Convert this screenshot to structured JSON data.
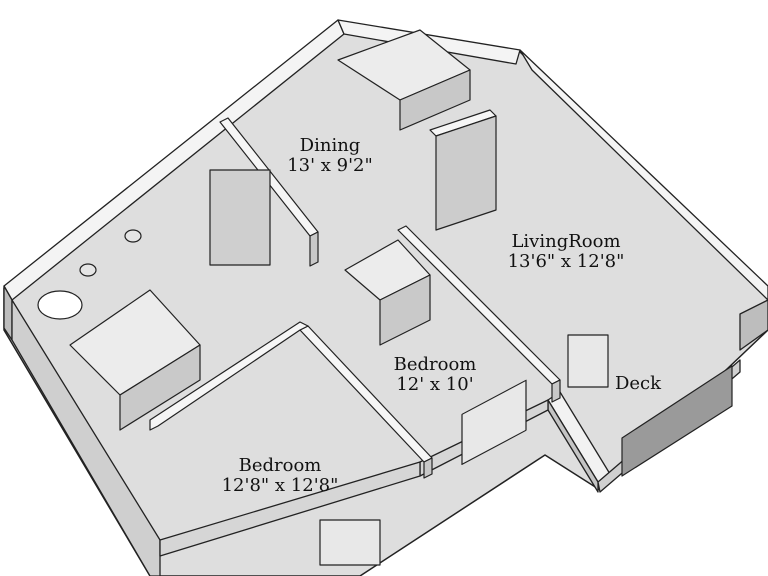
{
  "rooms": {
    "dining": {
      "name": "Dining",
      "size": "13' x 9'2\""
    },
    "living": {
      "name": "LivingRoom",
      "size": "13'6\" x 12'8\""
    },
    "bedroom_small": {
      "name": "Bedroom",
      "size": "12' x 10'"
    },
    "bedroom_large": {
      "name": "Bedroom",
      "size": "12'8\" x 12'8\""
    },
    "deck": {
      "name": "Deck"
    }
  }
}
